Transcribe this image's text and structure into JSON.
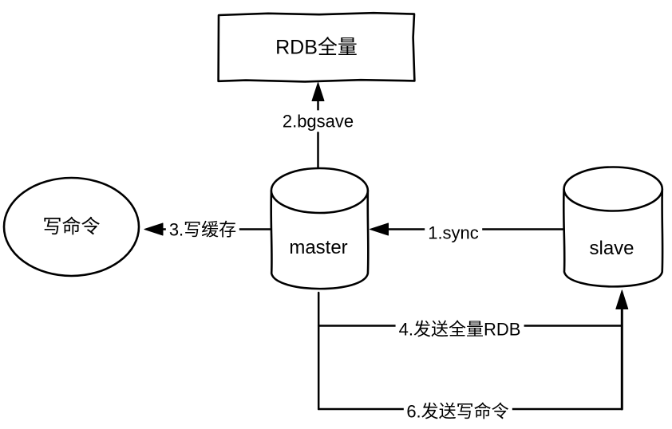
{
  "nodes": {
    "rdb": {
      "label": "RDB全量",
      "shape": "rectangle"
    },
    "write_command": {
      "label": "写命令",
      "shape": "ellipse"
    },
    "master": {
      "label": "master",
      "shape": "cylinder"
    },
    "slave": {
      "label": "slave",
      "shape": "cylinder"
    }
  },
  "edges": [
    {
      "label": "1.sync",
      "from": "slave",
      "to": "master",
      "direction": "right-to-left"
    },
    {
      "label": "2.bgsave",
      "from": "master",
      "to": "rdb",
      "direction": "up"
    },
    {
      "label": "3.写缓存",
      "from": "master",
      "to": "write_command",
      "direction": "right-to-left"
    },
    {
      "label": "4.发送全量RDB",
      "from": "master",
      "to": "slave",
      "direction": "left-to-right-up"
    },
    {
      "label": "6.发送写命令",
      "from": "master",
      "to": "slave",
      "direction": "left-to-right-up"
    }
  ],
  "colors": {
    "stroke": "#000000",
    "text": "#000000",
    "background": "#ffffff"
  }
}
